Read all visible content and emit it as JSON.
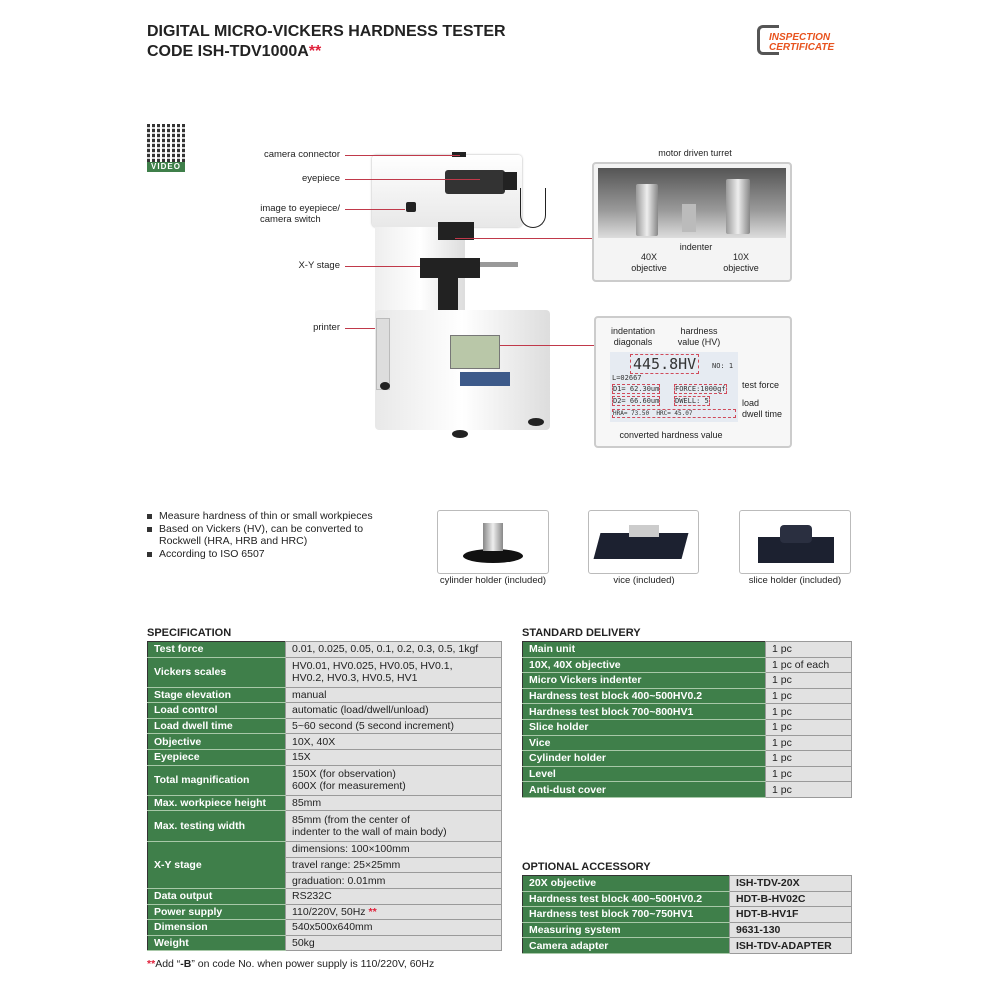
{
  "header": {
    "title_line1": "DIGITAL MICRO-VICKERS HARDNESS TESTER",
    "title_line2": "CODE ISH-TDV1000A",
    "title_mark": "**"
  },
  "logo": {
    "line1": "INSPECTION",
    "line2": "CERTIFICATE"
  },
  "qr": {
    "label": "VIDEO"
  },
  "callouts": {
    "camera_connector": "camera connector",
    "eyepiece": "eyepiece",
    "switch_line1": "image to eyepiece/",
    "switch_line2": "camera switch",
    "xy_stage": "X-Y stage",
    "printer": "printer"
  },
  "turret_inset": {
    "title": "motor driven turret",
    "obj40_1": "40X",
    "obj40_2": "objective",
    "indenter": "indenter",
    "obj10_1": "10X",
    "obj10_2": "objective"
  },
  "display_inset": {
    "diag1": "indentation",
    "diag2": "diagonals",
    "hv1": "hardness",
    "hv2": "value (HV)",
    "reading": "445.8HV",
    "no": "NO: 1",
    "l": "L=02667",
    "d1": "D1= 62.30um",
    "force": "FORCE:1000gf",
    "d2": "D2= 66.60um",
    "dwell": "DWELL:  5",
    "hra": "HRA=  73.50",
    "hrc": "HRC=  45.07",
    "test_force": "test force",
    "load1": "load",
    "load2": "dwell time",
    "converted": "converted hardness value"
  },
  "features": [
    "Measure hardness of thin or small workpieces",
    "Based on Vickers (HV), can be converted to Rockwell (HRA, HRB and HRC)",
    "According to ISO 6507"
  ],
  "accessories": [
    "cylinder holder (included)",
    "vice (included)",
    "slice holder (included)"
  ],
  "spec": {
    "heading": "SPECIFICATION",
    "rows": [
      [
        "Test force",
        "0.01, 0.025, 0.05, 0.1, 0.2, 0.3, 0.5, 1kgf"
      ],
      [
        "Vickers scales",
        "HV0.01, HV0.025, HV0.05, HV0.1,",
        "HV0.2, HV0.3, HV0.5, HV1"
      ],
      [
        "Stage elevation",
        "manual"
      ],
      [
        "Load control",
        "automatic (load/dwell/unload)"
      ],
      [
        "Load dwell time",
        "5~60 second (5 second increment)"
      ],
      [
        "Objective",
        "10X, 40X"
      ],
      [
        "Eyepiece",
        "15X"
      ],
      [
        "Total magnification",
        "150X (for observation)",
        "600X (for measurement)"
      ],
      [
        "Max. workpiece height",
        "85mm"
      ],
      [
        "Max. testing width",
        "85mm (from the center of",
        "indenter to the wall of main body)"
      ],
      [
        "X-Y stage",
        "dimensions: 100×100mm",
        "travel range: 25×25mm",
        "graduation: 0.01mm"
      ],
      [
        "Data output",
        "RS232C"
      ],
      [
        "Power supply",
        "110/220V, 50Hz",
        "**"
      ],
      [
        "Dimension",
        "540x500x640mm"
      ],
      [
        "Weight",
        "50kg"
      ]
    ]
  },
  "footnote": {
    "mark": "**",
    "pre": "Add “",
    "code": "-B",
    "post": "” on code No. when power supply is 110/220V, 60Hz"
  },
  "delivery": {
    "heading": "STANDARD DELIVERY",
    "rows": [
      [
        "Main unit",
        "1 pc"
      ],
      [
        "10X, 40X objective",
        "1 pc of each"
      ],
      [
        "Micro Vickers indenter",
        "1 pc"
      ],
      [
        "Hardness test block 400~500HV0.2",
        "1 pc"
      ],
      [
        "Hardness test block 700~800HV1",
        "1 pc"
      ],
      [
        "Slice holder",
        "1 pc"
      ],
      [
        "Vice",
        "1 pc"
      ],
      [
        "Cylinder holder",
        "1 pc"
      ],
      [
        "Level",
        "1 pc"
      ],
      [
        "Anti-dust cover",
        "1 pc"
      ]
    ]
  },
  "optional": {
    "heading": "OPTIONAL ACCESSORY",
    "rows": [
      [
        "20X objective",
        "ISH-TDV-20X"
      ],
      [
        "Hardness test block 400~500HV0.2",
        "HDT-B-HV02C"
      ],
      [
        "Hardness test block 700~750HV1",
        "HDT-B-HV1F"
      ],
      [
        "Measuring system",
        "9631-130"
      ],
      [
        "Camera adapter",
        "ISH-TDV-ADAPTER"
      ]
    ]
  },
  "colors": {
    "green": "#3f7f4a",
    "red": "#e0203a",
    "orange": "#e8531e"
  }
}
